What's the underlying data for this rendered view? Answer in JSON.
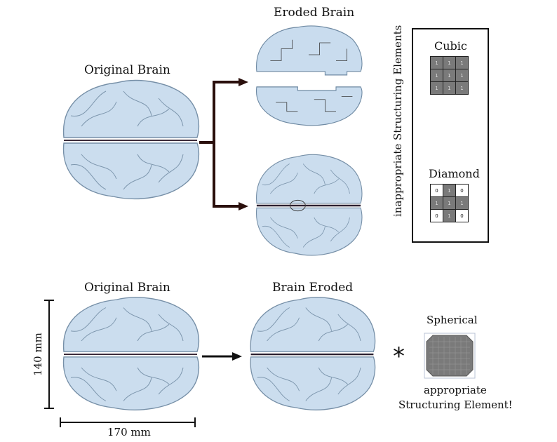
{
  "top": {
    "original_label": "Original Brain",
    "eroded_label": "Eroded Brain"
  },
  "structuring_elements_box": {
    "side_label": "inappropriate Structuring Elements",
    "cubic": {
      "title": "Cubic",
      "cells": [
        "1",
        "1",
        "1",
        "1",
        "1",
        "1",
        "1",
        "1",
        "1"
      ],
      "mask": [
        1,
        1,
        1,
        1,
        1,
        1,
        1,
        1,
        1
      ]
    },
    "diamond": {
      "title": "Diamond",
      "cells": [
        "0",
        "1",
        "0",
        "1",
        "1",
        "1",
        "0",
        "1",
        "0"
      ],
      "mask": [
        0,
        1,
        0,
        1,
        1,
        1,
        0,
        1,
        0
      ]
    }
  },
  "bottom": {
    "original_label": "Original Brain",
    "eroded_label": "Brain Eroded",
    "height_dimension": "140 mm",
    "width_dimension": "170 mm",
    "operator_symbol": "*",
    "spherical": {
      "title": "Spherical",
      "caption_line1": "appropriate",
      "caption_line2": "Structuring Element!"
    }
  },
  "colors": {
    "brain_fill": "#c9dcee",
    "brain_stroke": "#6f8aa3",
    "arrow_dark": "#2a0f0c",
    "element_gray": "#7a7a7a"
  }
}
